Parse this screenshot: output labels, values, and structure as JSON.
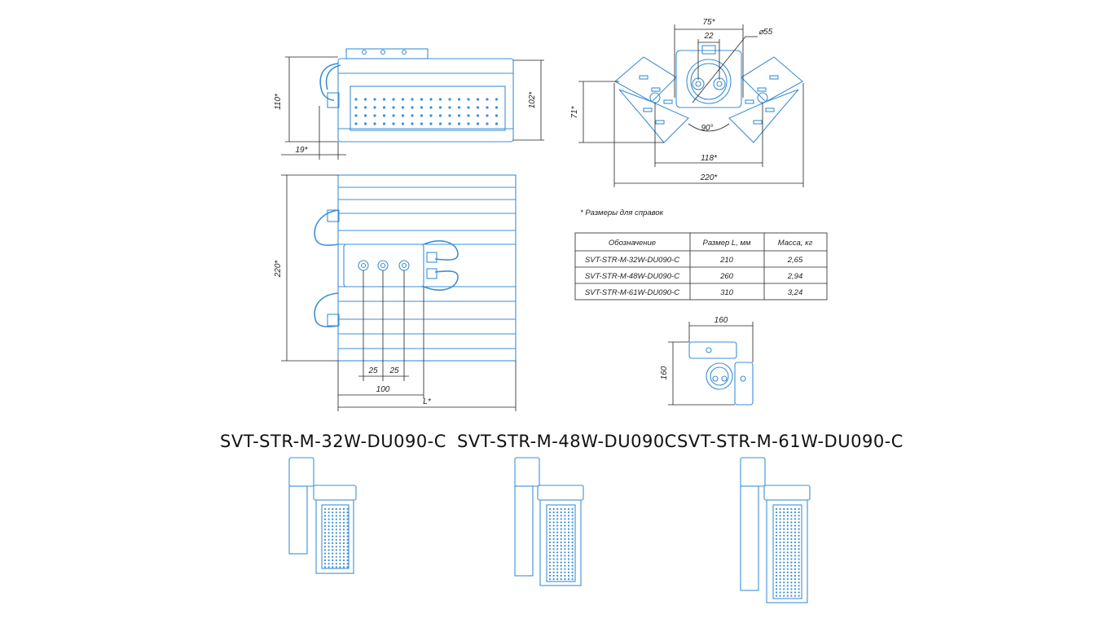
{
  "dimensions": {
    "side_height": "110*",
    "side_body_height": "102*",
    "side_offset": "19*",
    "front_width_top": "75*",
    "front_gap": "22",
    "front_diameter": "⌀55",
    "front_height": "71*",
    "front_angle": "90°",
    "front_inner": "118*",
    "front_total": "220*",
    "top_height": "220*",
    "top_25a": "25",
    "top_25b": "25",
    "top_100": "100",
    "top_L": "L*",
    "small_width": "160",
    "small_height": "160"
  },
  "note": "* Размеры для справок",
  "table": {
    "headers": [
      "Обозначение",
      "Размер L, мм",
      "Масса, кг"
    ],
    "rows": [
      [
        "SVT-STR-M-32W-DU090-C",
        "210",
        "2,65"
      ],
      [
        "SVT-STR-M-48W-DU090-C",
        "260",
        "2,94"
      ],
      [
        "SVT-STR-M-61W-DU090-C",
        "310",
        "3,24"
      ]
    ]
  },
  "models": [
    "SVT-STR-M-32W-DU090-C",
    "SVT-STR-M-48W-DU090C",
    "SVT-STR-M-61W-DU090-C"
  ],
  "colors": {
    "line": "#3d8fd6",
    "dim": "#222222"
  }
}
